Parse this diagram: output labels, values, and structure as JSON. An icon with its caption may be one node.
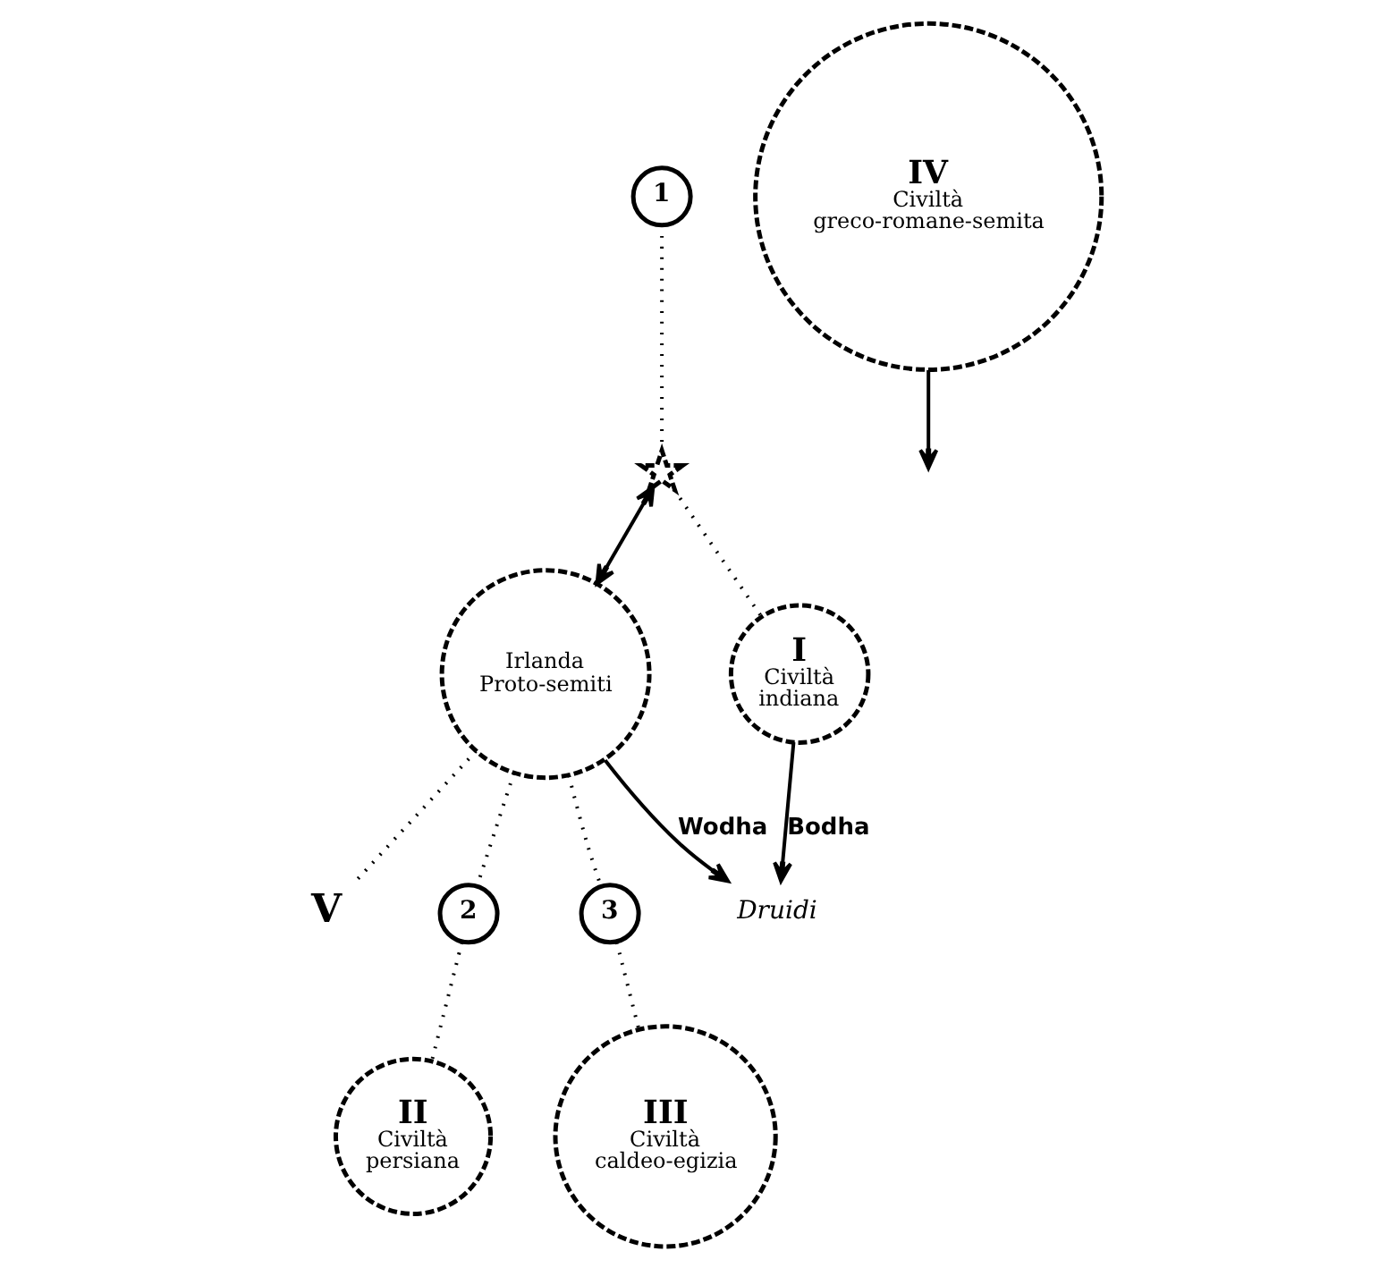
{
  "diagram": {
    "nodes": [
      {
        "text": [
          "Druidi"
        ]
      },
      {
        "text": [
          "Irlanda Proto-semiti"
        ]
      },
      {
        "text": [
          "V"
        ]
      },
      {
        "text": [
          "2"
        ]
      },
      {
        "text": [
          "1"
        ]
      },
      {
        "text": [
          "3"
        ]
      },
      {
        "text": [
          "II",
          "Civiltà persiana"
        ]
      },
      {
        "text": [],
        "shape": "star"
      },
      {
        "text": [
          "I",
          "Civiltà indiana"
        ]
      },
      {
        "text": [
          "IV",
          "Civiltà greco-romane-semita"
        ]
      },
      {
        "text": [
          "III",
          "Civiltà caldeo-egizia"
        ]
      }
    ],
    "edges": [
      {
        "from": 1,
        "to": 0,
        "arrow": "to",
        "label": "Wodha"
      },
      {
        "from": 8,
        "to": 0,
        "arrow": "to",
        "label": "Bodha"
      },
      {
        "from": 1,
        "to": 3,
        "arrow": "none",
        "style": "dashed"
      },
      {
        "from": 1,
        "to": 2,
        "arrow": "none",
        "style": "dashed"
      },
      {
        "from": 1,
        "to": 5,
        "arrow": "none",
        "style": "dashed"
      },
      {
        "from": 3,
        "to": 6,
        "arrow": "none",
        "style": "dashed"
      },
      {
        "from": 4,
        "to": 7,
        "arrow": "none",
        "style": "dashed"
      },
      {
        "from": 5,
        "to": 10,
        "arrow": "none",
        "style": "dashed"
      },
      {
        "from": 7,
        "to": 8,
        "arrow": "none",
        "style": "dashed"
      },
      {
        "from": 9,
        "to": null,
        "arrow": "to"
      },
      {
        "from": 7,
        "to": 1,
        "arrow": "both"
      }
    ]
  }
}
